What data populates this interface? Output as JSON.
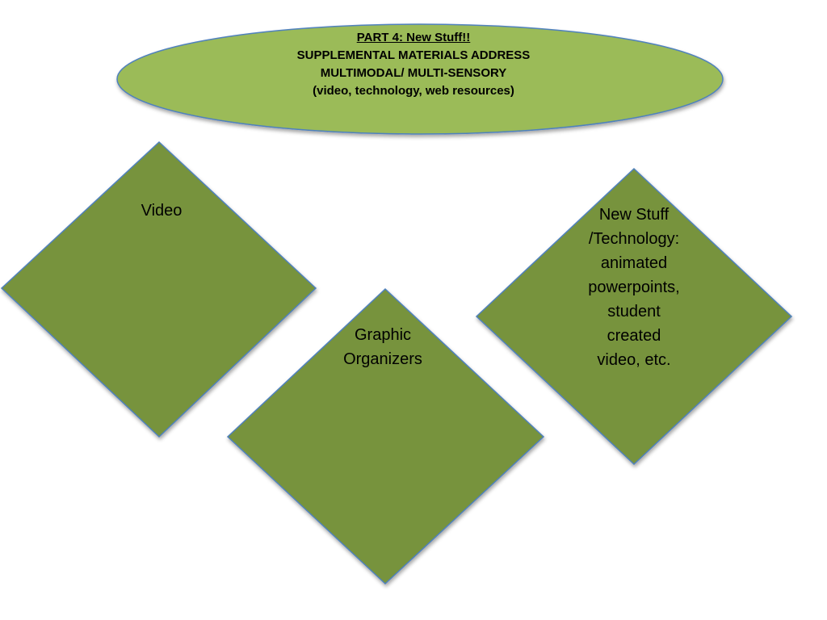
{
  "colors": {
    "oval_fill": "#9bbb59",
    "oval_stroke": "#4f81bd",
    "diamond_fill": "#77933c",
    "diamond_stroke": "#4f81bd",
    "text": "#000000"
  },
  "title_oval": {
    "heading": "PART 4: New Stuff!!",
    "line1": "SUPPLEMENTAL MATERIALS ADDRESS",
    "line2": "MULTIMODAL/ MULTI-SENSORY",
    "line3": "(video, technology, web resources)"
  },
  "diamonds": {
    "video": {
      "lines": [
        "Video"
      ]
    },
    "graphic_organizers": {
      "lines": [
        "Graphic",
        "Organizers"
      ]
    },
    "new_stuff": {
      "lines": [
        "New Stuff",
        "/Technology:",
        "animated",
        "powerpoints,",
        "student",
        "created",
        "video, etc."
      ]
    }
  }
}
